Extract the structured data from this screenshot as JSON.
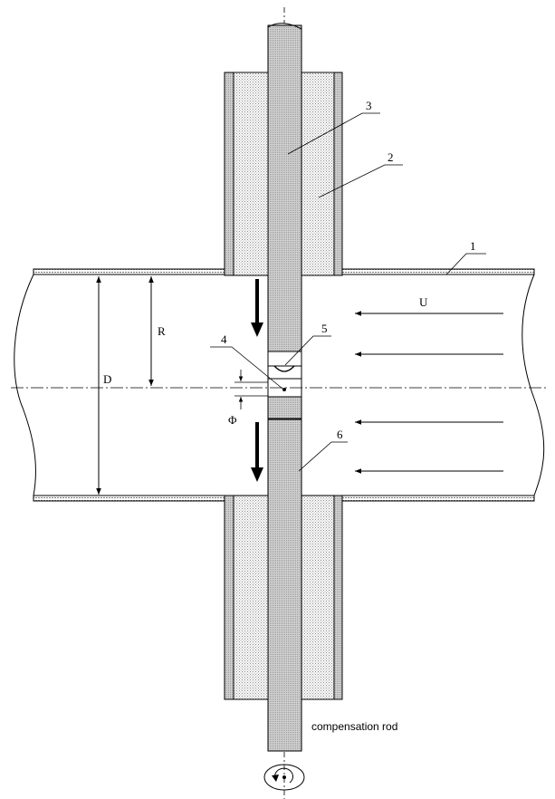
{
  "labels": {
    "n1": "1",
    "n2": "2",
    "n3": "3",
    "n4": "4",
    "n5": "5",
    "n6": "6",
    "U": "U",
    "R": "R",
    "D": "D",
    "phi": "Φ",
    "compensation": "compensation rod"
  }
}
